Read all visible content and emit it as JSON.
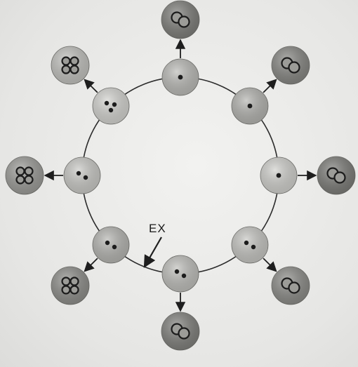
{
  "figure": {
    "annotation_label": "EX",
    "colors": {
      "background": "#ececea",
      "ring": "#2b2b2b",
      "arrow": "#1e1e1e",
      "inner_cell_fill": "#cfcfcb",
      "outer_cell_fill": "#8e8e8a",
      "nucleus": "#1c1c1c"
    },
    "inner_cells": [
      {
        "name": "inner-cell-top",
        "nuclei": 1,
        "shade": "#b9b9b5"
      },
      {
        "name": "inner-cell-upper-right",
        "nuclei": 1,
        "shade": "#b2b2ae"
      },
      {
        "name": "inner-cell-right",
        "nuclei": 1,
        "shade": "#cfcfcb"
      },
      {
        "name": "inner-cell-lower-right",
        "nuclei": 2,
        "shade": "#c4c4c0"
      },
      {
        "name": "inner-cell-bottom",
        "nuclei": 2,
        "shade": "#bdbdb9"
      },
      {
        "name": "inner-cell-lower-left",
        "nuclei": 2,
        "shade": "#b3b3af"
      },
      {
        "name": "inner-cell-left",
        "nuclei": 2,
        "shade": "#c8c8c4"
      },
      {
        "name": "inner-cell-upper-left",
        "nuclei": 3,
        "shade": "#d2d2ce"
      }
    ],
    "outer_cells": [
      {
        "name": "outer-cell-top",
        "nuclei": 2,
        "shade": "#7c7c78"
      },
      {
        "name": "outer-cell-upper-right",
        "nuclei": 2,
        "shade": "#858581"
      },
      {
        "name": "outer-cell-right",
        "nuclei": 2,
        "shade": "#7a7a76"
      },
      {
        "name": "outer-cell-lower-right",
        "nuclei": 2,
        "shade": "#8a8a86"
      },
      {
        "name": "outer-cell-bottom",
        "nuclei": 2,
        "shade": "#7e7e7a"
      },
      {
        "name": "outer-cell-lower-left",
        "nuclei": 4,
        "shade": "#8c8c88"
      },
      {
        "name": "outer-cell-left",
        "nuclei": 4,
        "shade": "#9a9a96"
      },
      {
        "name": "outer-cell-upper-left",
        "nuclei": 4,
        "shade": "#c0c0bc"
      }
    ]
  }
}
